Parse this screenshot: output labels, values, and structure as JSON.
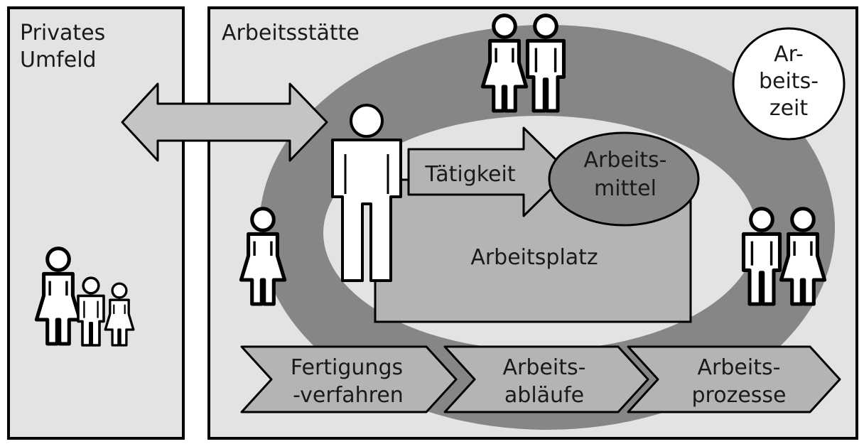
{
  "panels": {
    "private": {
      "title_line1": "Privates",
      "title_line2": "Umfeld"
    },
    "work": {
      "title": "Arbeitsstätte"
    }
  },
  "worktime": {
    "line1": "Ar-",
    "line2": "beits-",
    "line3": "zeit"
  },
  "activity": {
    "label": "Tätigkeit"
  },
  "tools": {
    "line1": "Arbeits-",
    "line2": "mittel"
  },
  "workplace": {
    "label": "Arbeitsplatz"
  },
  "process_chain": [
    {
      "line1": "Fertigungs",
      "line2": "-verfahren"
    },
    {
      "line1": "Arbeits-",
      "line2": "abläufe"
    },
    {
      "line1": "Arbeits-",
      "line2": "prozesse"
    }
  ],
  "colors": {
    "panel_fill": "#e3e3e3",
    "ring_outer": "#868686",
    "ring_inner": "#e3e3e3",
    "shape_fill": "#b4b4b4",
    "arrow_fill": "#c4c4c4",
    "stroke": "#000000",
    "figure_fill": "#ffffff"
  },
  "icons": [
    "double-arrow-icon",
    "person-icon",
    "woman-icon",
    "man-icon",
    "child-icon",
    "family-icon"
  ]
}
